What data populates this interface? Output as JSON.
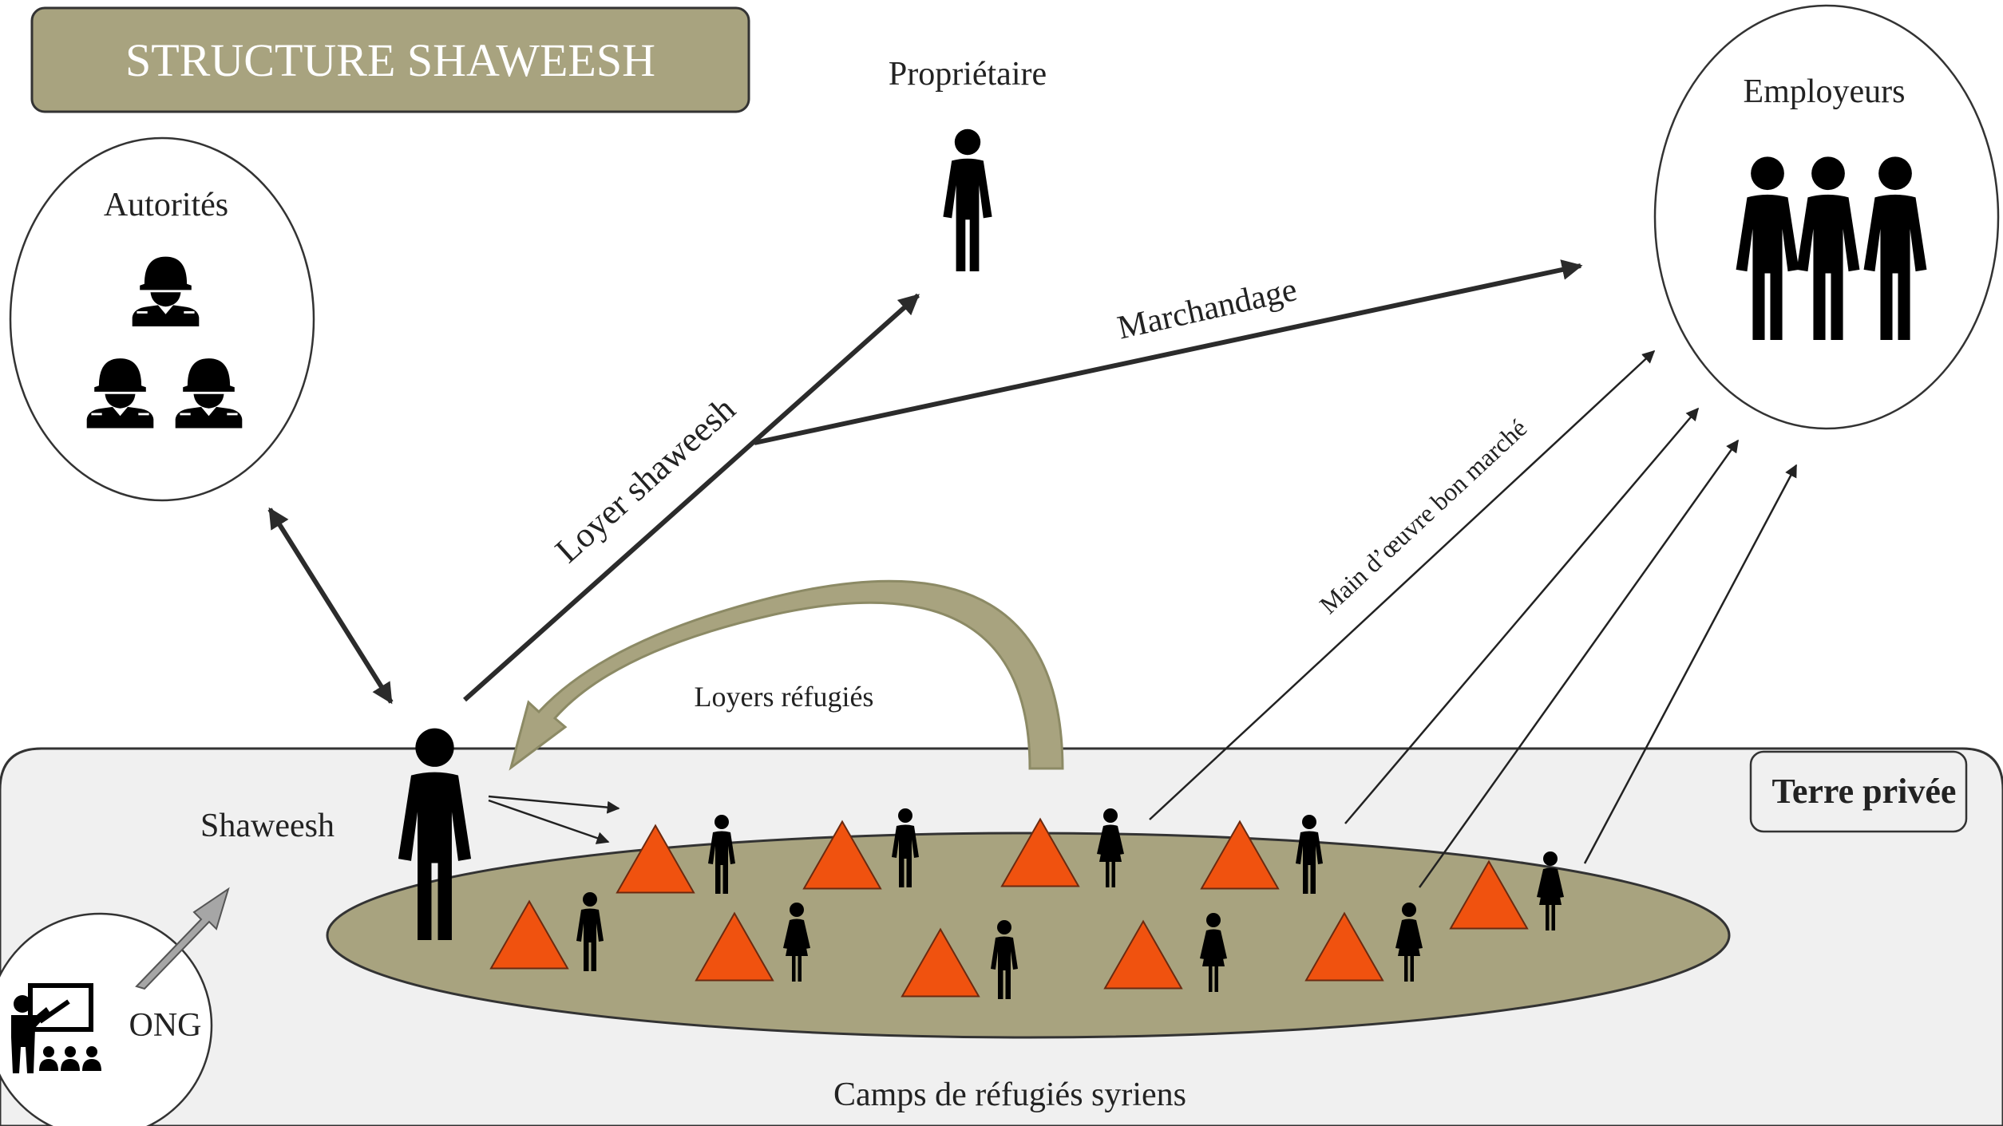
{
  "title": "STRUCTURE SHAWEESH",
  "colors": {
    "khaki": "#a8a37f",
    "khaki_dark": "#8c8a65",
    "triangle": "#f0520f",
    "ink": "#111111",
    "zone": "#f0f0f0"
  },
  "labels": {
    "proprietaire": "Propriétaire",
    "employeurs": "Employeurs",
    "autorites": "Autorités",
    "shaweesh": "Shaweesh",
    "ong": "ONG",
    "terre_privee": "Terre privée",
    "camps": "Camps de réfugiés syriens"
  },
  "flows": {
    "loyer_shaweesh": "Loyer shaweesh",
    "marchandage": "Marchandage",
    "main_oeuvre": "Main d’œuvre bon marché",
    "loyers_refugies": "Loyers réfugiés"
  },
  "icons": {
    "owner": "person-icon",
    "employers": "group-of-people-icon",
    "authorities": "soldiers-icon",
    "shaweesh": "person-icon",
    "ngo": "teacher-presentation-icon",
    "tent": "tent-triangle-icon",
    "refugee_man": "man-icon",
    "refugee_woman": "woman-icon"
  }
}
